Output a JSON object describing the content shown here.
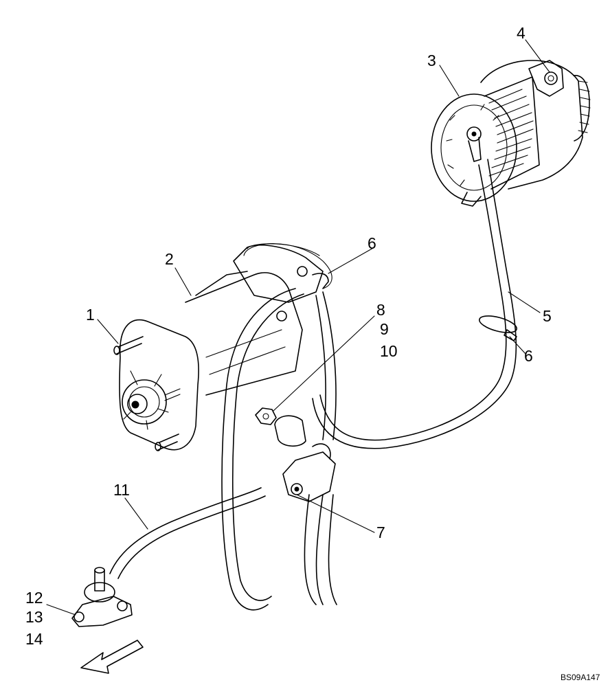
{
  "diagram": {
    "drawing_id": "BS09A147",
    "callouts": {
      "c1": "1",
      "c2": "2",
      "c3": "3",
      "c4": "4",
      "c5": "5",
      "c6a": "6",
      "c6b": "6",
      "c7": "7",
      "c8": "8",
      "c9": "9",
      "c10": "10",
      "c11": "11",
      "c12": "12",
      "c13": "13",
      "c14": "14"
    }
  }
}
